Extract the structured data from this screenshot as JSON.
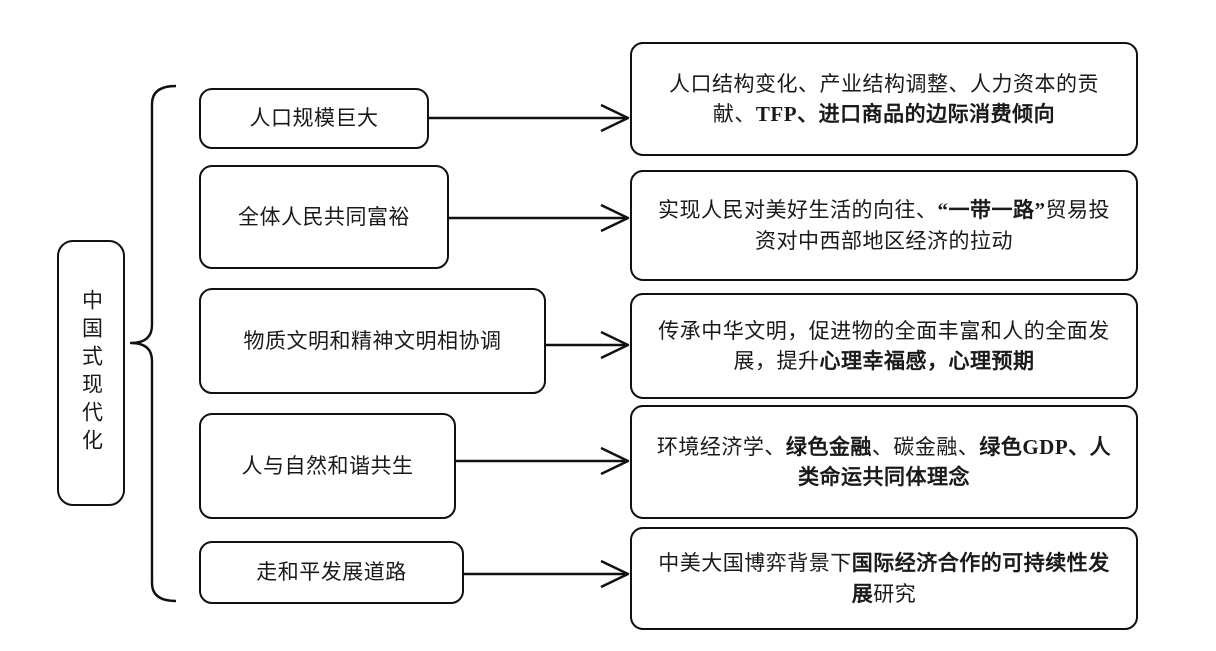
{
  "diagram": {
    "title_node": {
      "label": "中国式现代化",
      "orientation": "vertical"
    },
    "brace": {
      "icon": "left-curly-brace",
      "spans_rows": 5
    },
    "rows": [
      {
        "feature": "人口规模巨大",
        "arrow": "right-arrow",
        "detail_plain_1": "人口结构变化、产业结构调整、人力资本的贡献、",
        "detail_bold_1": "TFP、进口商品的边际消费倾向",
        "detail_plain_2": "",
        "detail_bold_2": "",
        "detail_plain_3": ""
      },
      {
        "feature": "全体人民共同富裕",
        "arrow": "right-arrow",
        "detail_plain_1": "实现人民对美好生活的向往、",
        "detail_bold_1": "“一带一路”",
        "detail_plain_2": "贸易投资对中西部地区经济的拉动",
        "detail_bold_2": "",
        "detail_plain_3": ""
      },
      {
        "feature": "物质文明和精神文明相协调",
        "arrow": "right-arrow",
        "detail_plain_1": "传承中华文明，促进物的全面丰富和人的全面发展，提升",
        "detail_bold_1": "心理幸福感，心理预期",
        "detail_plain_2": "",
        "detail_bold_2": "",
        "detail_plain_3": ""
      },
      {
        "feature": "人与自然和谐共生",
        "arrow": "right-arrow",
        "detail_plain_1": "环境经济学、",
        "detail_bold_1": "绿色金融",
        "detail_plain_2": "、碳金融、",
        "detail_bold_2": "绿色GDP、人类命运共同体理念",
        "detail_plain_3": ""
      },
      {
        "feature": "走和平发展道路",
        "arrow": "right-arrow",
        "detail_plain_1": "中美大国博弈背景下",
        "detail_bold_1": "国际经济合作的可持续性发展",
        "detail_plain_2": "研究",
        "detail_bold_2": "",
        "detail_plain_3": ""
      }
    ],
    "colors": {
      "stroke": "#111111",
      "background": "#ffffff",
      "text": "#1a1a1a"
    }
  }
}
